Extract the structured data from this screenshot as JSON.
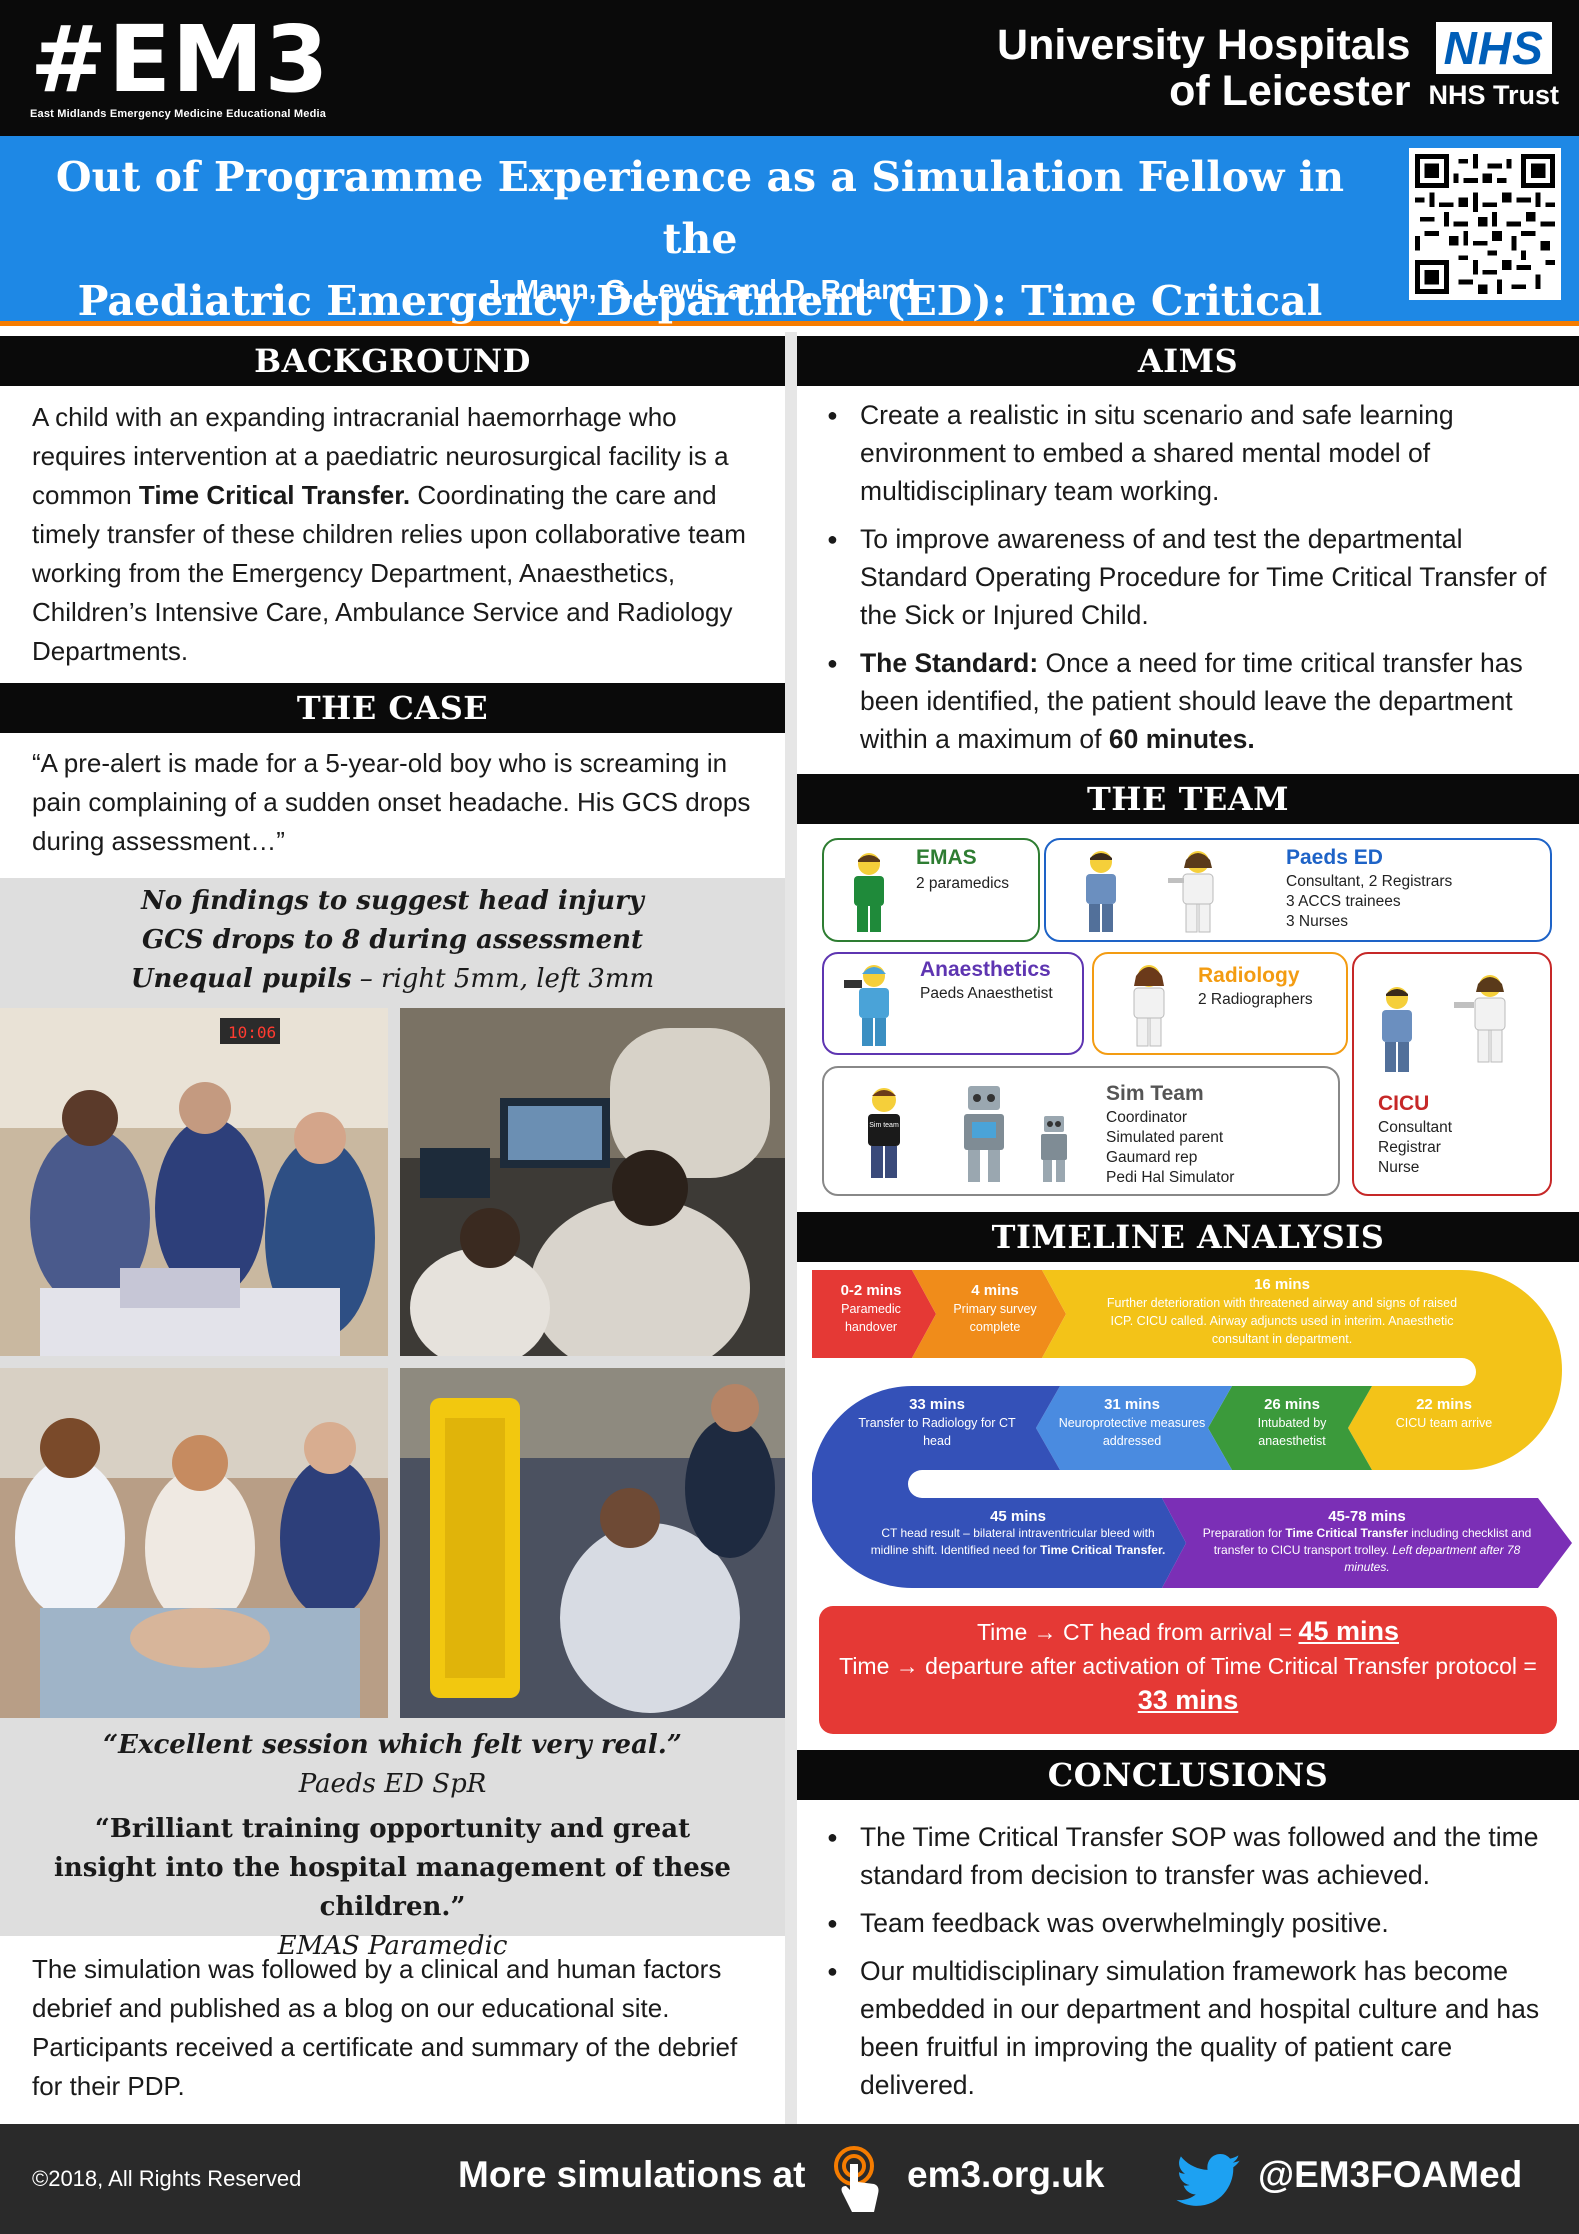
{
  "header": {
    "logo": "#EM3",
    "logo_tagline": "East Midlands Emergency Medicine Educational Media",
    "trust_line1": "University Hospitals",
    "trust_line2": "of Leicester",
    "nhs_logo": "NHS",
    "nhs_trust": "NHS Trust"
  },
  "title": {
    "line1": "Out of Programme Experience as a Simulation Fellow in the",
    "line2": "Paediatric Emergency Department (ED): Time Critical Transfer",
    "authors": "J. Mann, G. Lewis and D. Roland",
    "qr_icon": "qr-code-icon"
  },
  "background": {
    "heading": "BACKGROUND",
    "text_before": "A child with an expanding intracranial haemorrhage who requires intervention at a paediatric neurosurgical facility is a common ",
    "text_bold": "Time Critical Transfer.",
    "text_after": " Coordinating the care and timely transfer of these children relies upon collaborative team working from the Emergency Department, Anaesthetics, Children’s Intensive Care, Ambulance Service and Radiology Departments."
  },
  "case": {
    "heading": "THE CASE",
    "intro": "“A pre-alert is made for a 5-year-old boy who is screaming in pain complaining of a sudden onset headache. His GCS drops during assessment…”",
    "finding1": "No findings to suggest head injury",
    "finding2": "GCS drops to 8 during assessment",
    "finding3_bold": "Unequal pupils",
    "finding3_rest": " – right 5mm, left 3mm",
    "quote1": "“Excellent session which felt very real.”",
    "quote1_by": "Paeds ED SpR",
    "quote2": "“Brilliant training opportunity and great insight into the hospital management of these children.”",
    "quote2_by": "EMAS Paramedic",
    "debrief": "The simulation was followed by a clinical and human factors debrief and published as a blog on our educational site. Participants received a certificate and summary of the debrief for their PDP."
  },
  "aims": {
    "heading": "AIMS",
    "item1": "Create a realistic in situ scenario and safe learning environment to embed a shared mental model of multidisciplinary team working.",
    "item2": "To improve awareness of and test the departmental Standard Operating Procedure for Time Critical Transfer of the Sick or Injured Child.",
    "item3_bold": "The Standard:",
    "item3_text": " Once a need for time critical transfer has been identified, the patient should leave the department within a maximum of ",
    "item3_end": "60 minutes."
  },
  "team": {
    "heading": "THE TEAM",
    "emas_name": "EMAS",
    "emas_desc": "2 paramedics",
    "paeds_name": "Paeds ED",
    "paeds_d1": "Consultant, 2 Registrars",
    "paeds_d2": "3 ACCS trainees",
    "paeds_d3": "3 Nurses",
    "anaes_name": "Anaesthetics",
    "anaes_desc": "Paeds Anaesthetist",
    "radio_name": "Radiology",
    "radio_desc": "2 Radiographers",
    "cicu_name": "CICU",
    "cicu_d1": "Consultant",
    "cicu_d2": "Registrar",
    "cicu_d3": "Nurse",
    "sim_name": "Sim Team",
    "sim_d1": "Coordinator",
    "sim_d2": "Simulated parent",
    "sim_d3": "Gaumard rep",
    "sim_d4": "Pedi Hal Simulator",
    "sim_shirt": "Sim team",
    "colors": {
      "emas": "#2e7d32",
      "paeds": "#1e63c7",
      "anaes": "#5e35b1",
      "radio": "#f39c12",
      "cicu": "#c62828",
      "sim": "#888888"
    }
  },
  "timeline": {
    "heading": "TIMELINE ANALYSIS",
    "s1_time": "0-2 mins",
    "s1_text": "Paramedic handover",
    "s2_time": "4 mins",
    "s2_text": "Primary survey complete",
    "s3_time": "16 mins",
    "s3_text": "Further deterioration with threatened airway and signs of raised ICP. CICU called. Airway adjuncts used in interim. Anaesthetic consultant in department.",
    "s4_time": "22 mins",
    "s4_text": "CICU team arrive",
    "s5_time": "26 mins",
    "s5_text": "Intubated by anaesthetist",
    "s6_time": "31 mins",
    "s6_text": "Neuroprotective measures addressed",
    "s7_time": "33 mins",
    "s7_text": "Transfer to Radiology for CT head",
    "s8_time": "45 mins",
    "s8_text1": "CT head result – bilateral intraventricular bleed with midline shift. Identified need for ",
    "s8_bold": "Time Critical Transfer.",
    "s9_time": "45-78 mins",
    "s9_text1": "Preparation for ",
    "s9_bold": "Time Critical Transfer",
    "s9_text2": " including checklist and transfer to CICU transport trolley. ",
    "s9_italic": "Left department after 78 minutes.",
    "result1_text": "Time → CT head from arrival = ",
    "result1_val": "45 mins",
    "result2_text": "Time → departure after activation of Time Critical Transfer protocol =",
    "result2_val": "33 mins"
  },
  "conclusions": {
    "heading": "CONCLUSIONS",
    "item1": "The Time Critical Transfer SOP was followed and the time standard from decision to transfer was achieved.",
    "item2": "Team feedback was overwhelmingly positive.",
    "item3": "Our multidisciplinary simulation framework has become embedded in our department and hospital culture and has been fruitful in improving the quality of patient care delivered."
  },
  "footer": {
    "copyright": "©2018, All Rights Reserved",
    "more": "More simulations at",
    "site": "em3.org.uk",
    "handle": "@EM3FOAMed",
    "click_icon": "pointer-click-icon",
    "twitter_icon": "twitter-bird-icon"
  }
}
